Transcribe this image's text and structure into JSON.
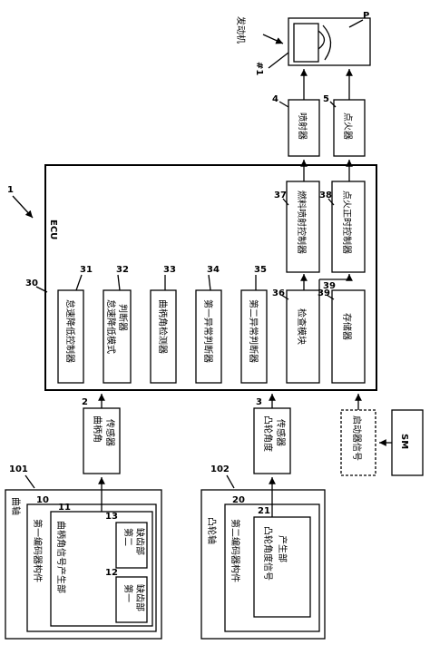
{
  "labels": {
    "engine": "发动机",
    "p": "P",
    "cyl": "#1",
    "ecu": "ECU",
    "ecu_num": "1",
    "ecu_inner": "30",
    "n39": "39",
    "n101": "101",
    "n102": "102"
  },
  "blocks": {
    "injector": {
      "label": "喷射器",
      "num": "4"
    },
    "igniter": {
      "label": "点火器",
      "num": "5"
    },
    "b31": {
      "label": "怠速降低控制器",
      "num": "31"
    },
    "b32": {
      "line1": "怠速降低模式",
      "line2": "判断器",
      "num": "32"
    },
    "b33": {
      "label": "曲柄角检测器",
      "num": "33"
    },
    "b34": {
      "label": "第一异常判断器",
      "num": "34"
    },
    "b35": {
      "label": "第二异常判断器",
      "num": "35"
    },
    "b36": {
      "label": "检查模块",
      "num": "36"
    },
    "storage": {
      "label": "存储器",
      "num": "39"
    },
    "b37": {
      "label": "燃料喷射控制器",
      "num": "37"
    },
    "b38": {
      "label": "点火正时控制器",
      "num": "38"
    },
    "crank_sensor": {
      "line1": "曲柄角",
      "line2": "传感器",
      "num": "2"
    },
    "cam_sensor": {
      "line1": "凸轮角度",
      "line2": "传感器",
      "num": "3"
    },
    "starter_signal": {
      "label": "启动器信号"
    },
    "sm": {
      "label": "SM"
    },
    "crankshaft": {
      "label": "曲轴"
    },
    "encoder1": {
      "label": "第一编码器构件",
      "num": "10"
    },
    "crank_signal": {
      "label": "曲柄角信号产生部",
      "num": "11"
    },
    "missing2": {
      "line1": "第二",
      "line2": "缺齿部",
      "num": "13"
    },
    "missing1": {
      "line1": "第一",
      "line2": "缺齿部",
      "num": "12"
    },
    "camshaft": {
      "label": "凸轮轴"
    },
    "encoder2": {
      "label": "第二编码器构件",
      "num": "20"
    },
    "cam_signal": {
      "line1": "凸轮角度信号",
      "line2": "产生部",
      "num": "21"
    }
  }
}
